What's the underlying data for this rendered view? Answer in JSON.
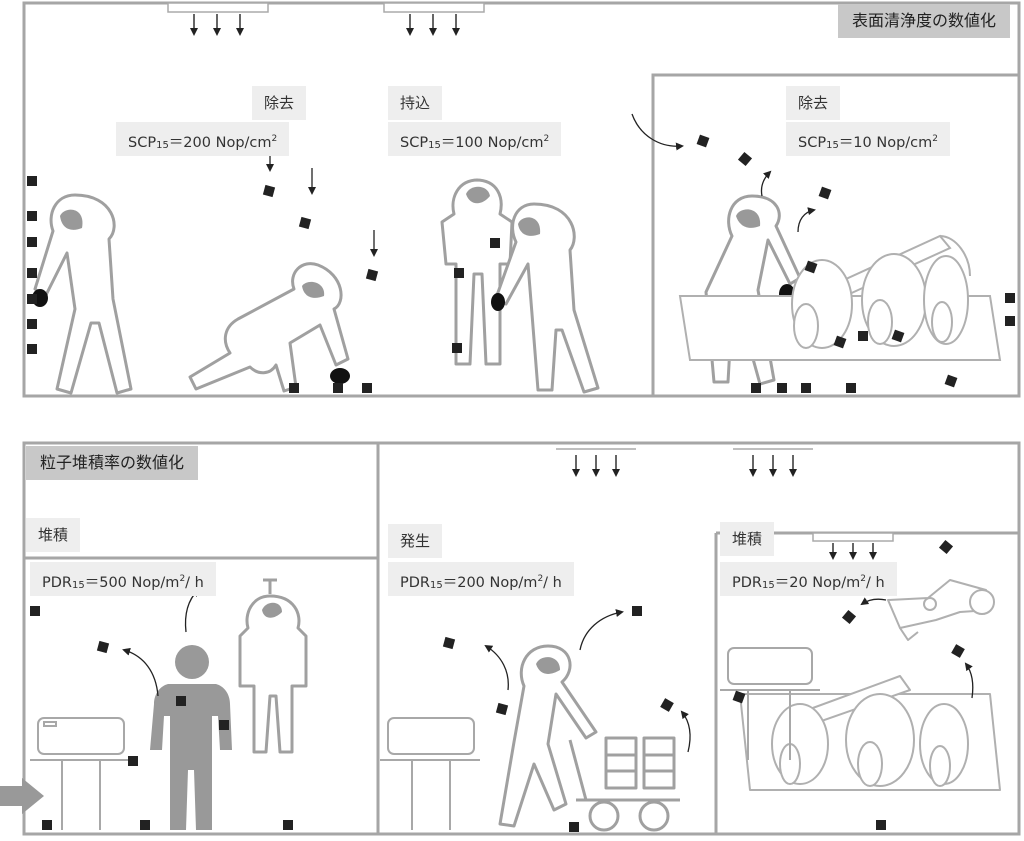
{
  "top": {
    "title": "表面清浄度の数値化",
    "labels": [
      {
        "tag": "除去",
        "pre": "SCP",
        "sub": "15",
        "value": "＝200 Nop/cm",
        "sup": "2"
      },
      {
        "tag": "持込",
        "pre": "SCP",
        "sub": "15",
        "value": "＝100 Nop/cm",
        "sup": "2"
      },
      {
        "tag": "除去",
        "pre": "SCP",
        "sub": "15",
        "value": "＝10 Nop/cm",
        "sup": "2"
      }
    ]
  },
  "bottom": {
    "title": "粒子堆積率の数値化",
    "labels": [
      {
        "tag": "堆積",
        "pre": "PDR",
        "sub": "15",
        "value": "＝500 Nop/m",
        "sup": "2",
        "post": "/ h"
      },
      {
        "tag": "発生",
        "pre": "PDR",
        "sub": "15",
        "value": "＝200 Nop/m",
        "sup": "2",
        "post": "/ h"
      },
      {
        "tag": "堆積",
        "pre": "PDR",
        "sub": "15",
        "value": "＝20 Nop/m",
        "sup": "2",
        "post": "/ h"
      }
    ]
  },
  "colors": {
    "frame": "#a6a6a6",
    "figure": "#9a9a9a",
    "particle": "#222222",
    "label_bg": "#eeeeee",
    "title_bg": "#c8c8c8"
  }
}
